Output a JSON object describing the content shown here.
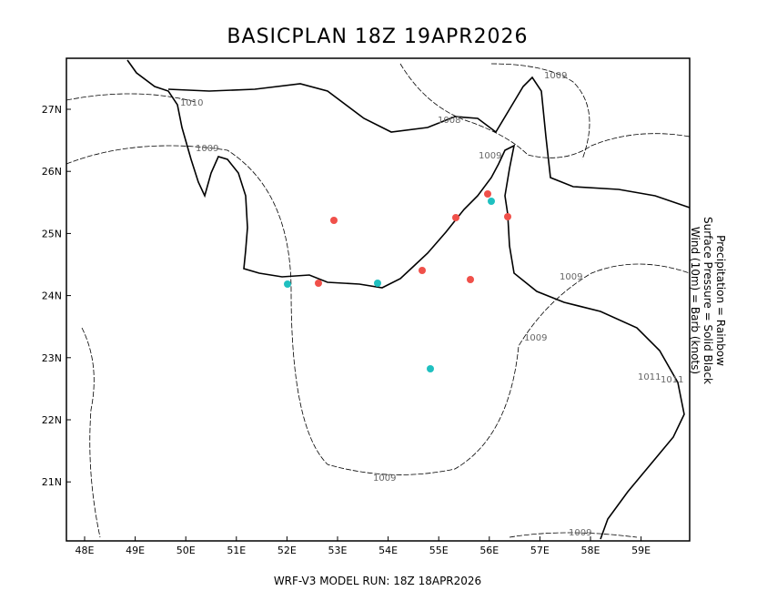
{
  "title": "BASICPLAN 18Z 19APR2026",
  "footer": "WRF-V3 MODEL RUN: 18Z 18APR2026",
  "legend": [
    "Precipitation = Rainbow",
    "Surface Pressure = Solid Black",
    "Wind (10m) = Barb (knots)"
  ],
  "lon_ticks": [
    "48E",
    "49E",
    "50E",
    "51E",
    "52E",
    "53E",
    "54E",
    "55E",
    "56E",
    "57E",
    "58E",
    "59E"
  ],
  "lat_ticks": [
    "27N",
    "26N",
    "25N",
    "24N",
    "23N",
    "22N",
    "21N"
  ],
  "contour_labels": [
    "1010",
    "1009",
    "1008",
    "1009",
    "1009",
    "1009",
    "1009",
    "1011",
    "1011",
    "1009",
    "1009"
  ],
  "colors": {
    "precip_red": "#f0504a",
    "precip_cyan": "#1fc0c0"
  }
}
